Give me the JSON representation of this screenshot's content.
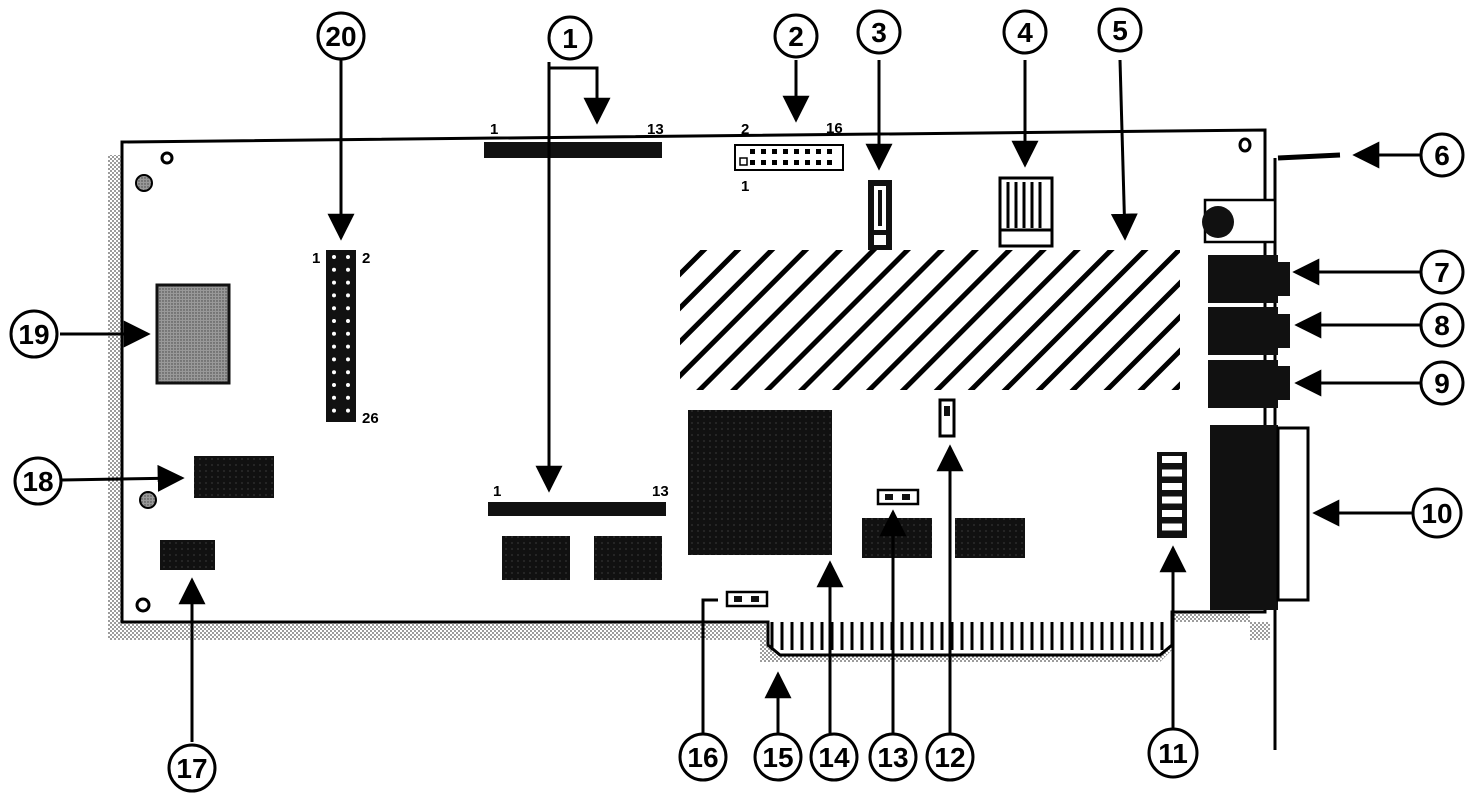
{
  "callouts": [
    {
      "id": "1",
      "label": "1"
    },
    {
      "id": "2",
      "label": "2"
    },
    {
      "id": "3",
      "label": "3"
    },
    {
      "id": "4",
      "label": "4"
    },
    {
      "id": "5",
      "label": "5"
    },
    {
      "id": "6",
      "label": "6"
    },
    {
      "id": "7",
      "label": "7"
    },
    {
      "id": "8",
      "label": "8"
    },
    {
      "id": "9",
      "label": "9"
    },
    {
      "id": "10",
      "label": "10"
    },
    {
      "id": "11",
      "label": "11"
    },
    {
      "id": "12",
      "label": "12"
    },
    {
      "id": "13",
      "label": "13"
    },
    {
      "id": "14",
      "label": "14"
    },
    {
      "id": "15",
      "label": "15"
    },
    {
      "id": "16",
      "label": "16"
    },
    {
      "id": "17",
      "label": "17"
    },
    {
      "id": "18",
      "label": "18"
    },
    {
      "id": "19",
      "label": "19"
    },
    {
      "id": "20",
      "label": "20"
    }
  ],
  "pin_labels": {
    "conn1_top_start": "1",
    "conn1_top_end": "13",
    "conn1_bottom_start": "1",
    "conn1_bottom_end": "13",
    "conn2_top_left": "2",
    "conn2_top_right": "16",
    "conn2_bottom_left": "1",
    "conn20_top_left": "1",
    "conn20_top_right": "2",
    "conn20_bottom": "26"
  }
}
